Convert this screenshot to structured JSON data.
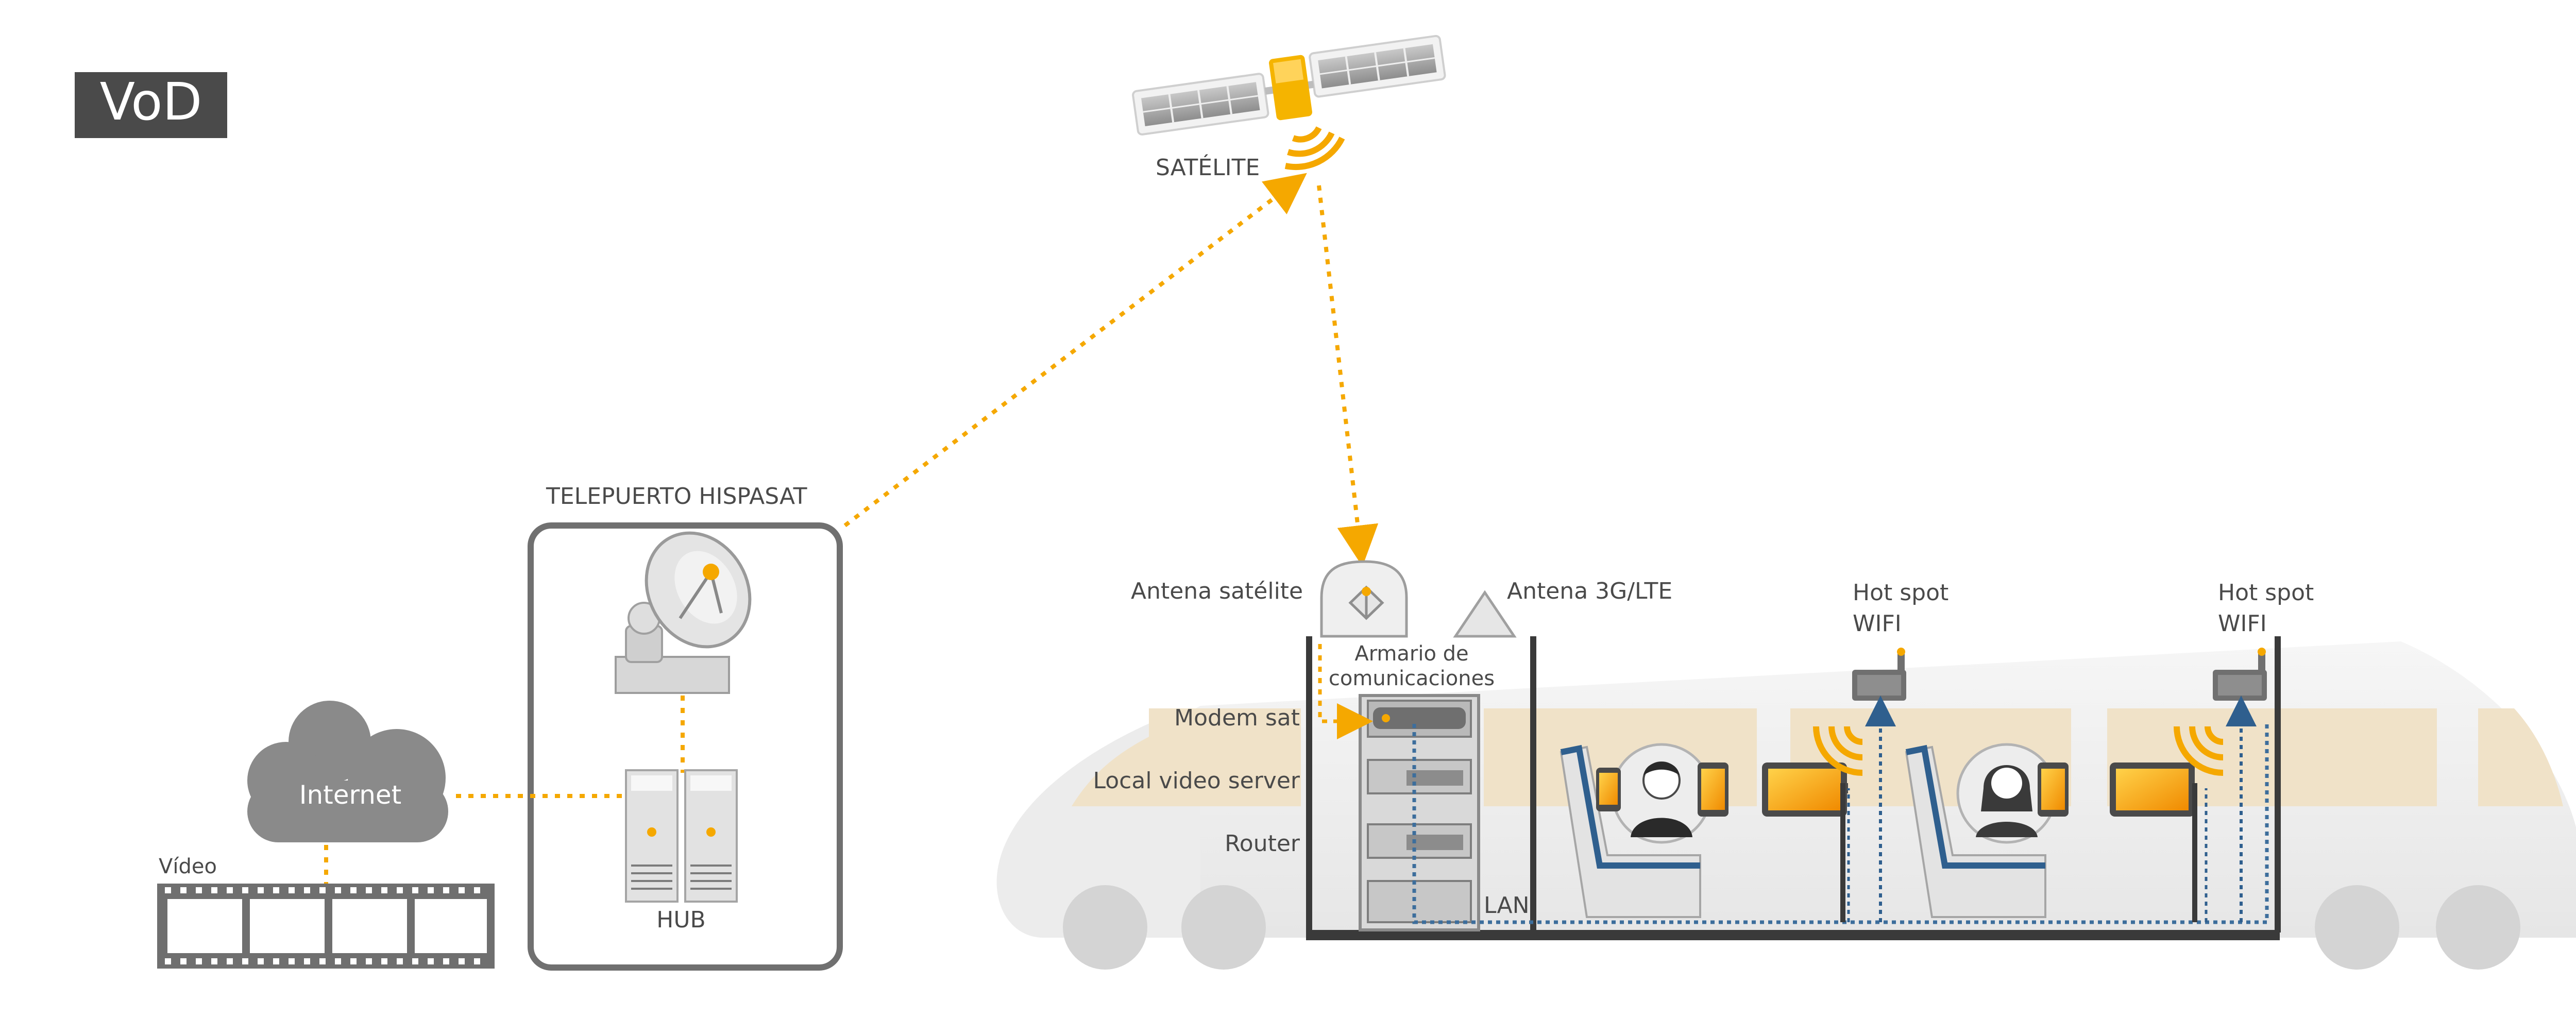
{
  "badge": "VoD",
  "labels": {
    "satellite": "SATÉLITE",
    "teleport": "TELEPUERTO HISPASAT",
    "internet": "Internet",
    "video": "Vídeo",
    "hub": "HUB",
    "sat_antenna": "Antena satélite",
    "lte_antenna": "Antena 3G/LTE",
    "cabinet_line1": "Armario de",
    "cabinet_line2": "comunicaciones",
    "modem": "Modem sat",
    "video_server": "Local video server",
    "router": "Router",
    "lan": "LAN",
    "hotspot1_line1": "Hot spot",
    "hotspot1_line2": "WIFI",
    "hotspot2_line1": "Hot spot",
    "hotspot2_line2": "WIFI"
  },
  "colors": {
    "accent": "#f5a800",
    "dark": "#3a3a3a",
    "gray": "#8a8a8a",
    "lan_blue": "#3d6e9c",
    "window_beige": "#f0e2c8"
  }
}
